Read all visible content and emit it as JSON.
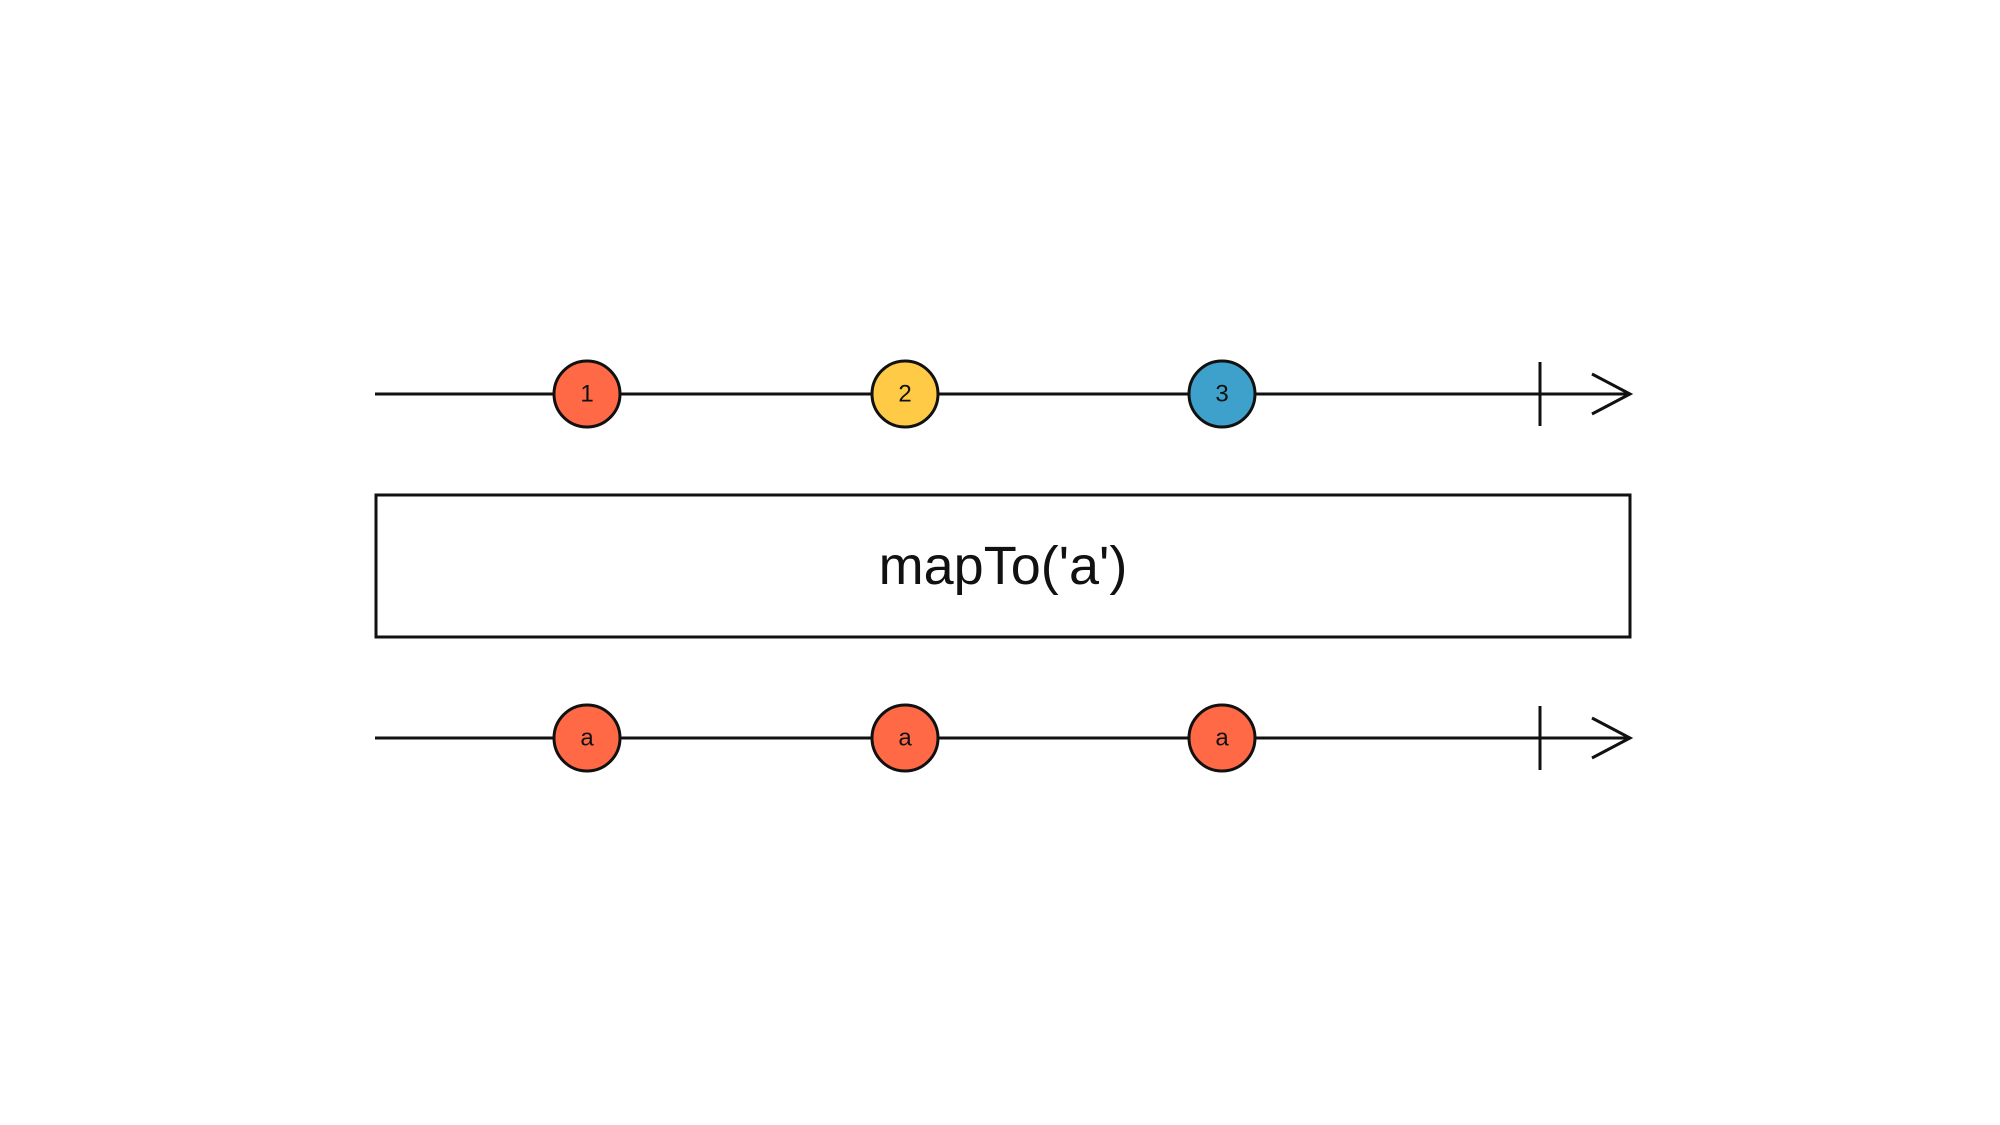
{
  "operator": {
    "label": "mapTo('a')"
  },
  "input_stream": {
    "marbles": [
      {
        "label": "1",
        "color": "#ff6946"
      },
      {
        "label": "2",
        "color": "#ffcb46"
      },
      {
        "label": "3",
        "color": "#3ea1cb"
      }
    ],
    "completes": true
  },
  "output_stream": {
    "marbles": [
      {
        "label": "a",
        "color": "#ff6946"
      },
      {
        "label": "a",
        "color": "#ff6946"
      },
      {
        "label": "a",
        "color": "#ff6946"
      }
    ],
    "completes": true
  },
  "colors": {
    "stroke": "#111111",
    "background": "#ffffff"
  }
}
